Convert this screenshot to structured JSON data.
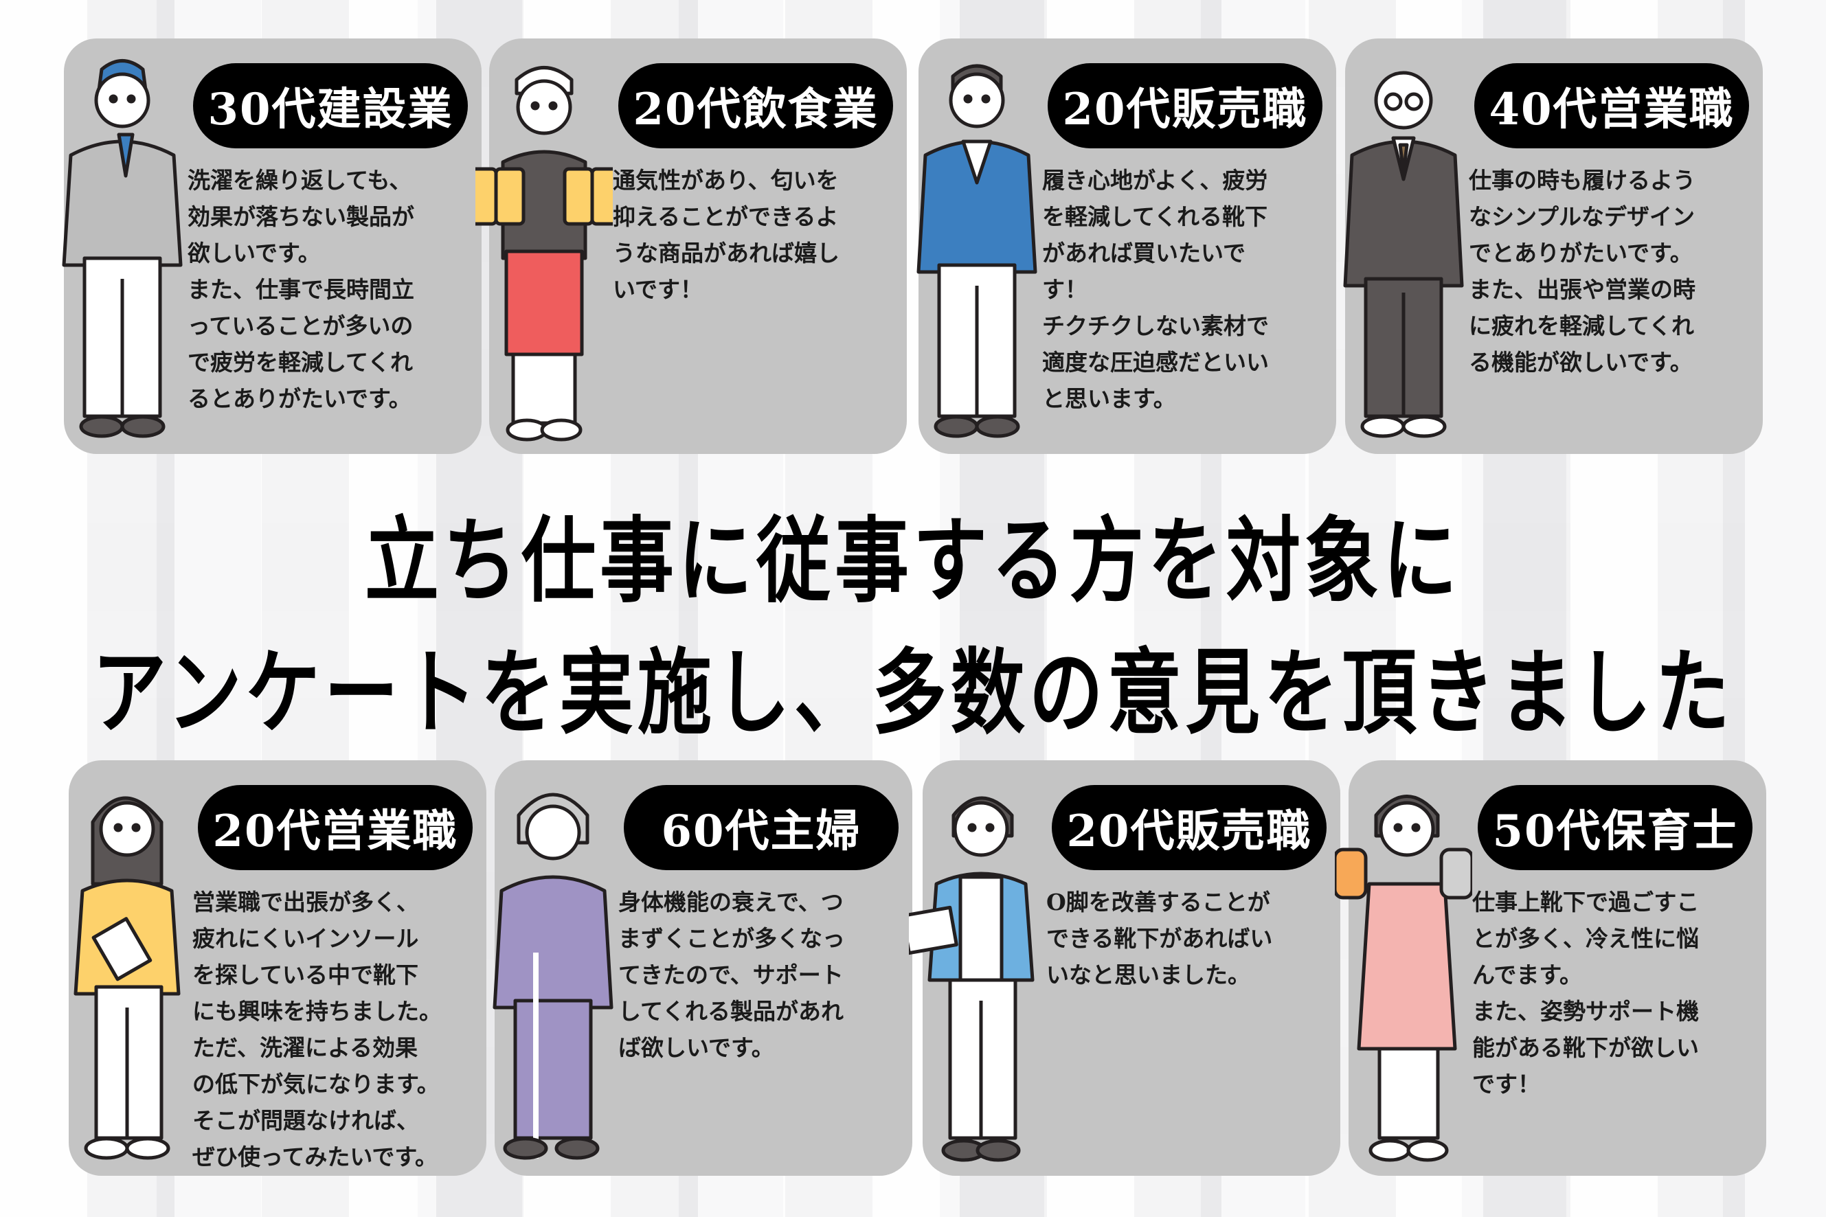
{
  "headline": {
    "line1": "立ち仕事に従事する方を対象に",
    "line2": "アンケートを実施し、多数の意見を頂きました"
  },
  "cards": [
    {
      "label": "30代建設業",
      "figure": "man-in-gray-work-jacket-arms-crossed",
      "text": "洗濯を繰り返しても、\n効果が落ちない製品が\n欲しいです。\nまた、仕事で長時間立\nっていることが多いの\nで疲労を軽減してくれ\nるとありがたいです。"
    },
    {
      "label": "20代飲食業",
      "figure": "server-with-beer-mugs-red-apron",
      "text": "通気性があり、匂いを\n抑えることができるよ\nうな商品があれば嬉し\nいです！"
    },
    {
      "label": "20代販売職",
      "figure": "man-in-blue-jacket-arms-crossed",
      "text": "履き心地がよく、疲労\nを軽減してくれる靴下\nがあれば買いたいで\nす！\nチクチクしない素材で\n適度な圧迫感だといい\nと思います。"
    },
    {
      "label": "40代営業職",
      "figure": "older-man-in-dark-suit-glasses",
      "text": "仕事の時も履けるよう\nなシンプルなデザイン\nでとありがたいです。\nまた、出張や営業の時\nに疲れを軽減してくれ\nる機能が欲しいです。"
    },
    {
      "label": "20代営業職",
      "figure": "woman-in-yellow-sweater-holding-notebook",
      "text": "営業職で出張が多く、\n疲れにくいインソール\nを探している中で靴下\nにも興味を持ちました。\nただ、洗濯による効果\nの低下が気になります。\nそこが問題なければ、\nぜひ使ってみたいです。"
    },
    {
      "label": "60代主婦",
      "figure": "elderly-woman-purple-suit-with-cane",
      "text": "身体機能の衰えで、つ\nまずくことが多くなっ\nてきたので、サポート\nしてくれる製品があれ\nば欲しいです。"
    },
    {
      "label": "20代販売職",
      "figure": "woman-in-light-blue-jacket-with-tablet",
      "text": "O脚を改善することが\nできる靴下があればい\nいなと思いました。"
    },
    {
      "label": "50代保育士",
      "figure": "woman-in-pink-apron-with-hand-puppets",
      "text": "仕事上靴下で過ごすこ\nとが多く、冷え性に悩\nんでます。\nまた、姿勢サポート機\n能がある靴下が欲しい\nです！"
    }
  ],
  "colors": {
    "card_bg": "#c4c4c4",
    "badge_bg": "#000000",
    "badge_text": "#ffffff",
    "body_text": "#1a1a1a",
    "outline": "#231f20"
  }
}
